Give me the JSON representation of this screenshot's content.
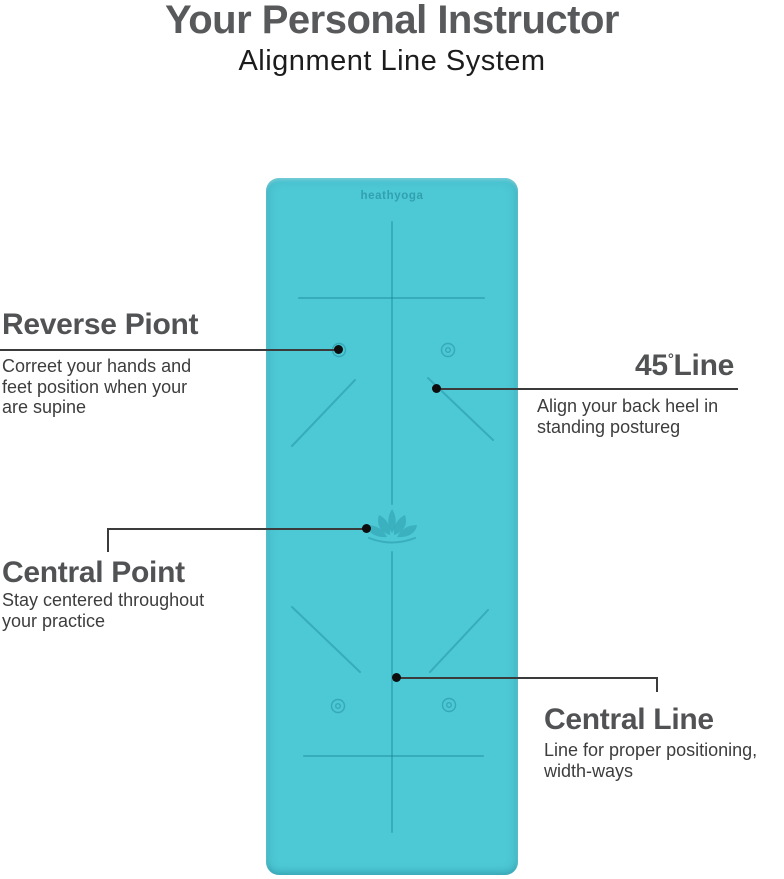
{
  "header": {
    "title": "Your Personal Instructor",
    "subtitle": "Alignment Line System"
  },
  "mat": {
    "brand": "heathyoga",
    "mat_color": "#4DC8D5",
    "marking_color": "#157F91"
  },
  "callouts": {
    "reverse_point": {
      "title": "Reverse Piont",
      "description": "Correet your hands and\nfeet position when your\nare supine"
    },
    "line45": {
      "title_value": "45",
      "title_degree": "°",
      "title_unit": "Line",
      "description": "Align your back heel in\nstanding postureg"
    },
    "central_point": {
      "title": "Central Point",
      "description": "Stay centered throughout\nyour practice"
    },
    "central_line": {
      "title": "Central Line",
      "description": "Line for proper positioning,\nwidth-ways"
    }
  }
}
